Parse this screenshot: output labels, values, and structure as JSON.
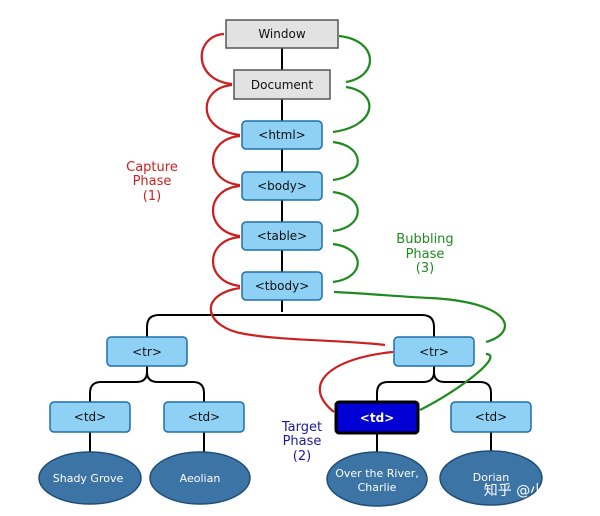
{
  "colors": {
    "capture": "#cc1f1f",
    "bubble": "#1f8a1f",
    "target": "#1a1a99",
    "gray_fill": "#e2e2e2",
    "gray_stroke": "#555555",
    "node_fill": "#8fd0f5",
    "node_stroke": "#1f6fa8",
    "leaf_fill": "#3b74a5",
    "target_fill": "#0000d4",
    "tree_line": "#000000"
  },
  "nodes": {
    "window": "Window",
    "document": "Document",
    "html": "<html>",
    "body": "<body>",
    "table": "<table>",
    "tbody": "<tbody>",
    "tr_left": "<tr>",
    "tr_right": "<tr>",
    "td_1": "<td>",
    "td_2": "<td>",
    "td_target": "<td>",
    "td_4": "<td>"
  },
  "leaves": {
    "leaf_1": "Shady Grove",
    "leaf_2": "Aeolian",
    "leaf_3_line1": "Over the River,",
    "leaf_3_line2": "Charlie",
    "leaf_4": "Dorian"
  },
  "phases": {
    "capture": {
      "line1": "Capture",
      "line2": "Phase",
      "line3": "(1)"
    },
    "bubbling": {
      "line1": "Bubbling",
      "line2": "Phase",
      "line3": "(3)"
    },
    "target": {
      "line1": "Target",
      "line2": "Phase",
      "line3": "(2)"
    }
  },
  "watermark": "知乎 @小透明"
}
